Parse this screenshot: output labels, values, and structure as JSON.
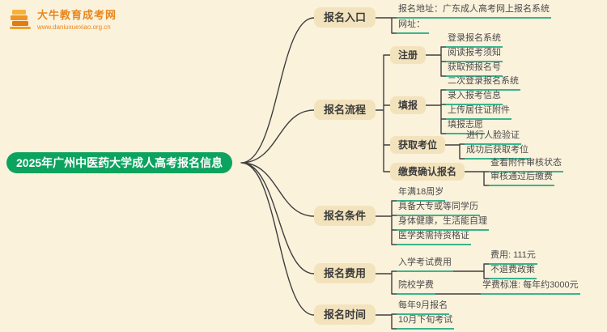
{
  "logo": {
    "title": "大牛教育成考网",
    "url": "www.daniuxuexiao.org.cn"
  },
  "root": {
    "label": "2025年广州中医药大学成人高考报名信息"
  },
  "branches": [
    {
      "label": "报名入口",
      "children": [
        {
          "label": "报名地址：广东成人高考网上报名系统"
        },
        {
          "label": "网址："
        }
      ]
    },
    {
      "label": "报名流程",
      "children": [
        {
          "label": "注册",
          "children": [
            {
              "label": "登录报名系统"
            },
            {
              "label": "阅读报考须知"
            },
            {
              "label": "获取预报名号"
            }
          ]
        },
        {
          "label": "填报",
          "children": [
            {
              "label": "二次登录报名系统"
            },
            {
              "label": "录入报考信息"
            },
            {
              "label": "上传居住证附件"
            },
            {
              "label": "填报志愿"
            }
          ]
        },
        {
          "label": "获取考位",
          "children": [
            {
              "label": "进行人脸验证"
            },
            {
              "label": "成功后获取考位"
            }
          ]
        },
        {
          "label": "缴费确认报名",
          "children": [
            {
              "label": "查看附件审核状态"
            },
            {
              "label": "审核通过后缴费"
            }
          ]
        }
      ]
    },
    {
      "label": "报名条件",
      "children": [
        {
          "label": "年满18周岁"
        },
        {
          "label": "具备大专或等同学历"
        },
        {
          "label": "身体健康，生活能自理"
        },
        {
          "label": "医学类需持资格证"
        }
      ]
    },
    {
      "label": "报名费用",
      "children": [
        {
          "label": "入学考试费用",
          "children": [
            {
              "label": "费用: 111元"
            },
            {
              "label": "不退费政策"
            }
          ]
        },
        {
          "label": "院校学费",
          "children": [
            {
              "label": "学费标准: 每年约3000元"
            }
          ]
        }
      ]
    },
    {
      "label": "报名时间",
      "children": [
        {
          "label": "每年9月报名"
        },
        {
          "label": "10月下旬考试"
        }
      ]
    }
  ],
  "colors": {
    "background": "#fbf2dc",
    "root_bg": "#0ca35f",
    "root_text": "#ffffff",
    "node_bg": "#f3e3bd",
    "node_text": "#3c3c3c",
    "leaf_text": "#4a4a4a",
    "underline": "#3ab48e",
    "line": "#3f3f3f",
    "logo_orange": "#e8871d"
  }
}
